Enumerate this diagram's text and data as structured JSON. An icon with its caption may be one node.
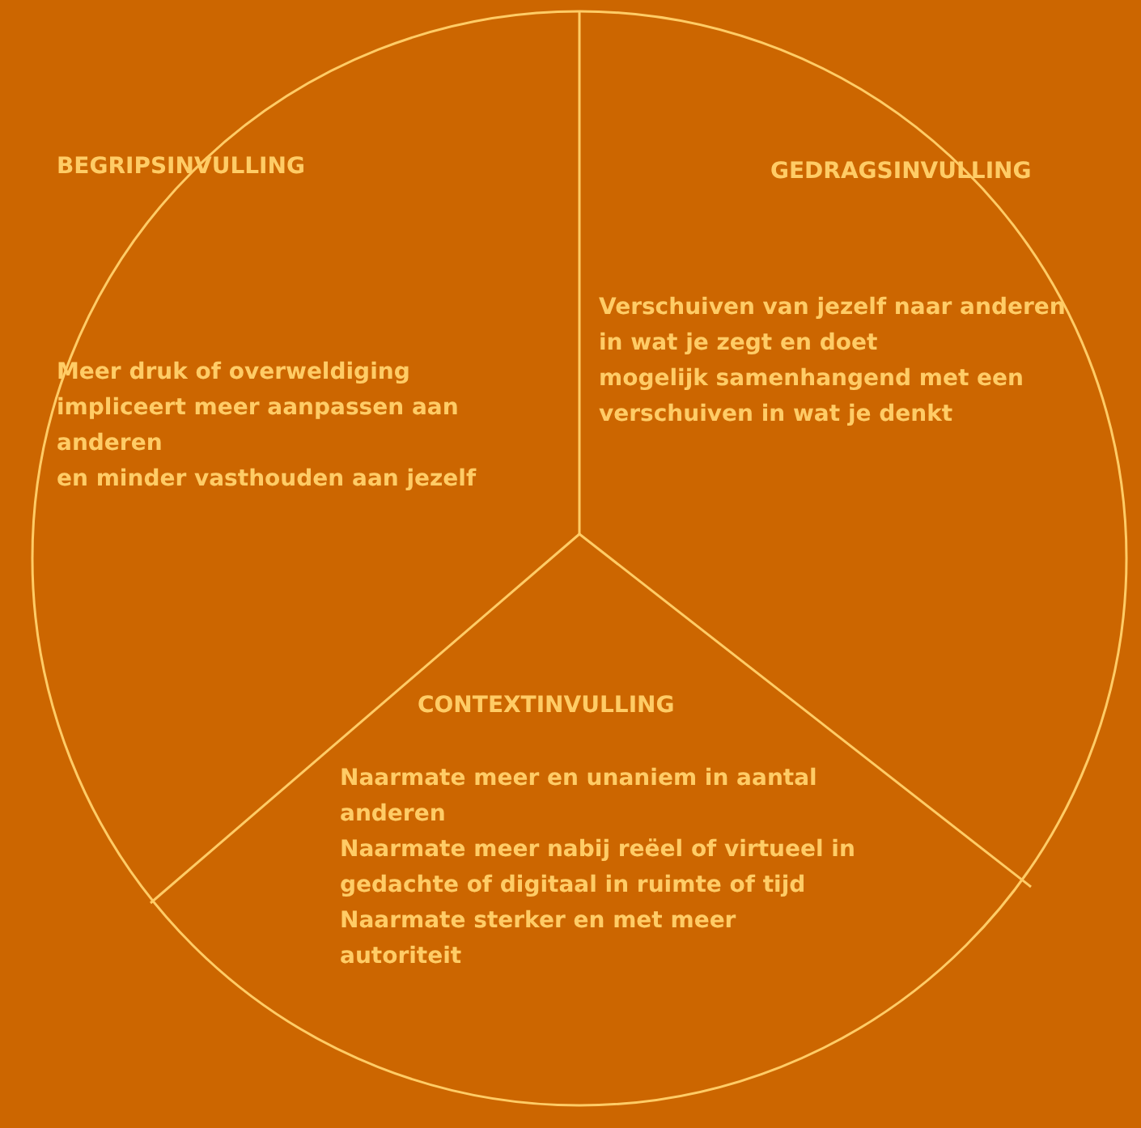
{
  "diagram": {
    "nodes": [
      {
        "text": [],
        "shape": "circle"
      },
      {
        "text": [
          "BEGRIPSINVULLING",
          "Meer druk of overweldiging impliceert meer aanpassen aan anderen",
          "en minder vasthouden aan jezelf"
        ],
        "in": 0
      },
      {
        "text": [
          "GEDRAGSINVULLING",
          "Verschuiven van jezelf naar anderen in wat je zegt en doet",
          "mogelijk samenhangend met een verschuiven in wat je denkt"
        ],
        "in": 0
      },
      {
        "text": [
          "CONTEXTINVULLING",
          "Naarmate meer en unaniem in aantal anderen",
          "Naarmate meer nabij reëel of virtueel in gedachte of digitaal in ruimte of tijd",
          "Naarmate sterker en met meer autoriteit"
        ],
        "in": 0
      }
    ]
  }
}
